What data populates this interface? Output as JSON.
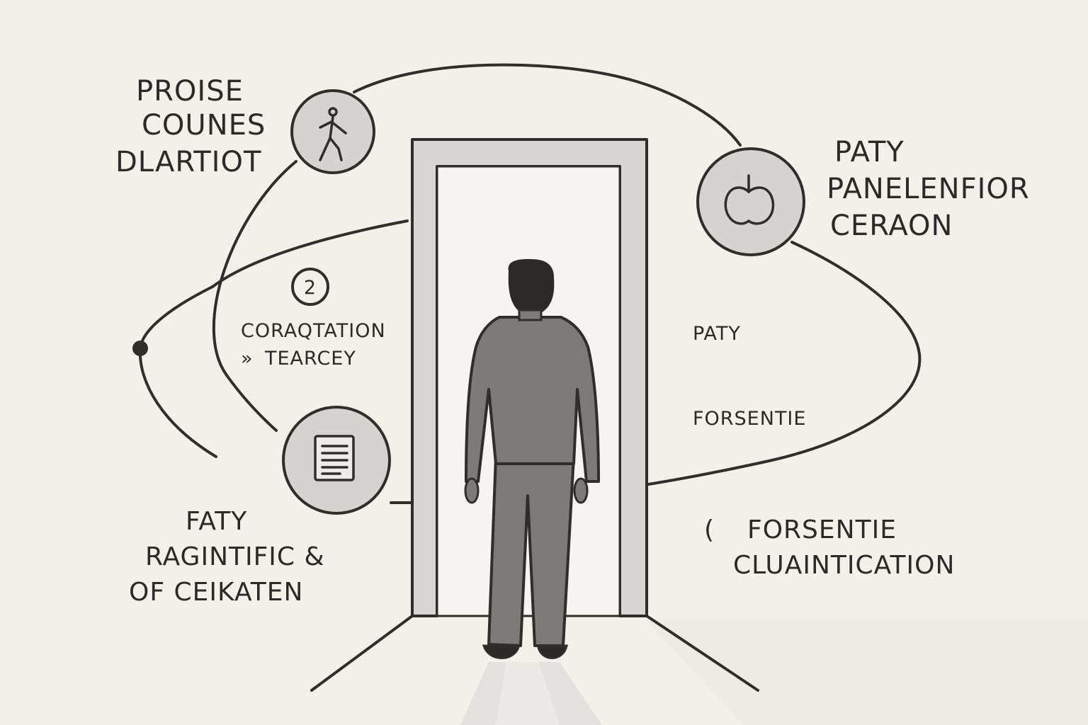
{
  "labels": {
    "top_left": [
      "PROISE",
      "COUNES",
      "DLARTIOT"
    ],
    "top_right": [
      "PATY",
      "PANELENFIOR",
      "CERAON"
    ],
    "mid_left_number": "2",
    "mid_left": [
      "CORAQTATION",
      "TEARCEY"
    ],
    "mid_left_prefix": "»",
    "right_1": "PATY",
    "right_2": "FORSENTIE",
    "bottom_left": [
      "FATY",
      "RAGINTIFIC &",
      "OF CEIKATEN"
    ],
    "bottom_right": [
      "FORSENTIE",
      "CLUAINTICATION"
    ],
    "bottom_right_prefix": "("
  },
  "icons": {
    "top_left": "walking-person-icon",
    "top_right": "apple-icon",
    "bottom_left": "document-icon",
    "center": "person-at-door"
  },
  "colors": {
    "background": "#f3f0ea",
    "ink": "#2f2e2c",
    "node_fill": "#d5d3cf",
    "door_frame": "#d8d6d2",
    "person": "#7c7b79",
    "hair": "#2b2a28"
  }
}
